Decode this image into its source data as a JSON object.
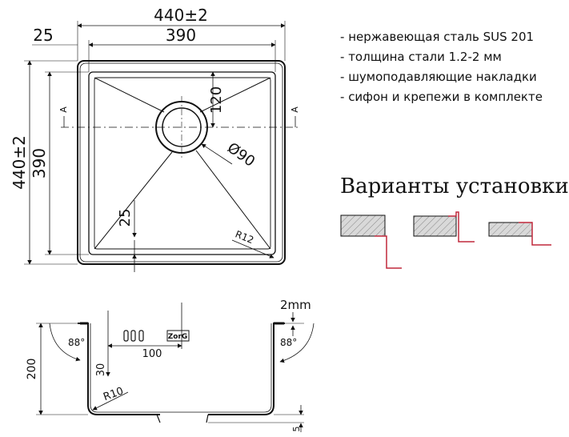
{
  "colors": {
    "line": "#111111",
    "accent_red": "#c0283c",
    "hatch_fill": "#d9d9d9"
  },
  "top_view": {
    "overall_width": "440±2",
    "inner_width": "390",
    "flange": "25",
    "overall_height": "440±2",
    "inner_height": "390",
    "drain_offset": "120",
    "drain_diameter": "Ø90",
    "bottom_offset": "25",
    "corner_radius": "R12",
    "section_mark_left": "А",
    "section_mark_right": "А"
  },
  "section_view": {
    "thickness": "2mm",
    "angle_left": "88°",
    "angle_right": "88°",
    "depth": "200",
    "overflow_height": "30",
    "overflow_offset": "100",
    "bottom_radius": "R10",
    "bottom_offset": "5",
    "logo_text": "ZorG"
  },
  "specs": [
    "нержавеющая сталь SUS 201",
    "толщина стали 1.2-2 мм",
    "шумоподавляющие накладки",
    "сифон и крепежи в комплекте"
  ],
  "variants_title": "Варианты установки"
}
